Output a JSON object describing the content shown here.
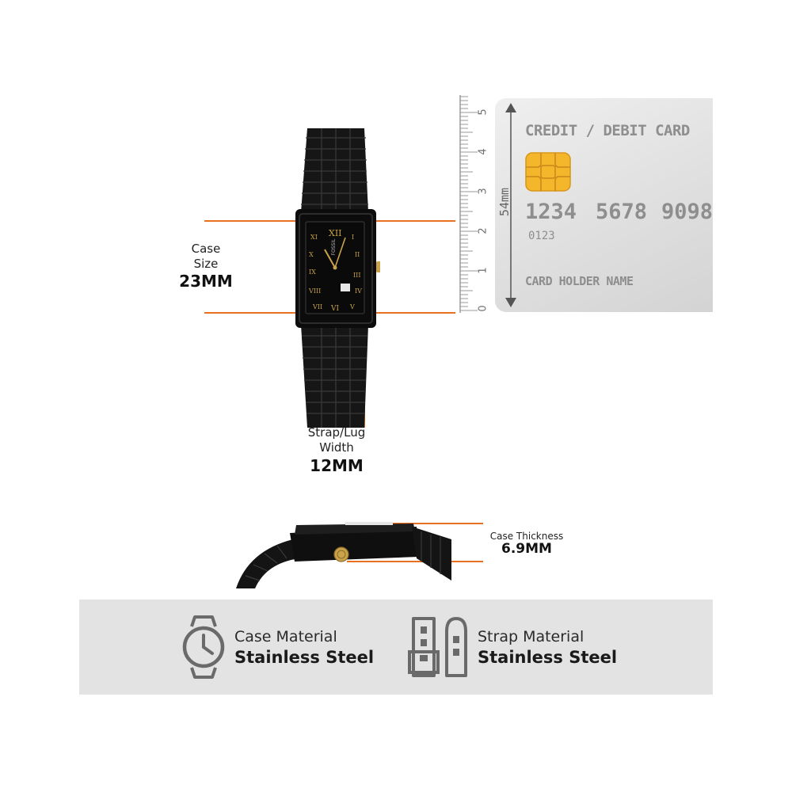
{
  "case_size": {
    "label_line1": "Case",
    "label_line2": "Size",
    "value": "23MM"
  },
  "strap_width": {
    "label_line1": "Strap/Lug",
    "label_line2": "Width",
    "value": "12MM"
  },
  "case_thickness": {
    "label": "Case Thickness",
    "value": "6.9MM"
  },
  "watch": {
    "brand": "FOSSIL"
  },
  "card": {
    "title": "CREDIT / DEBIT CARD",
    "number_groups": [
      "1234",
      "5678",
      "9098"
    ],
    "sub_number": "0123",
    "holder": "CARD HOLDER NAME",
    "height_label": "54mm"
  },
  "ruler": {
    "ticks": [
      "5",
      "4",
      "3",
      "2",
      "1",
      "0"
    ]
  },
  "features": [
    {
      "label": "Case Material",
      "value": "Stainless Steel",
      "icon": "watch-outline-icon"
    },
    {
      "label": "Strap Material",
      "value": "Stainless Steel",
      "icon": "strap-outline-icon"
    }
  ],
  "colors": {
    "accent": "#e8701e",
    "band": "#e3e3e3",
    "card": "#dcdcdc"
  }
}
